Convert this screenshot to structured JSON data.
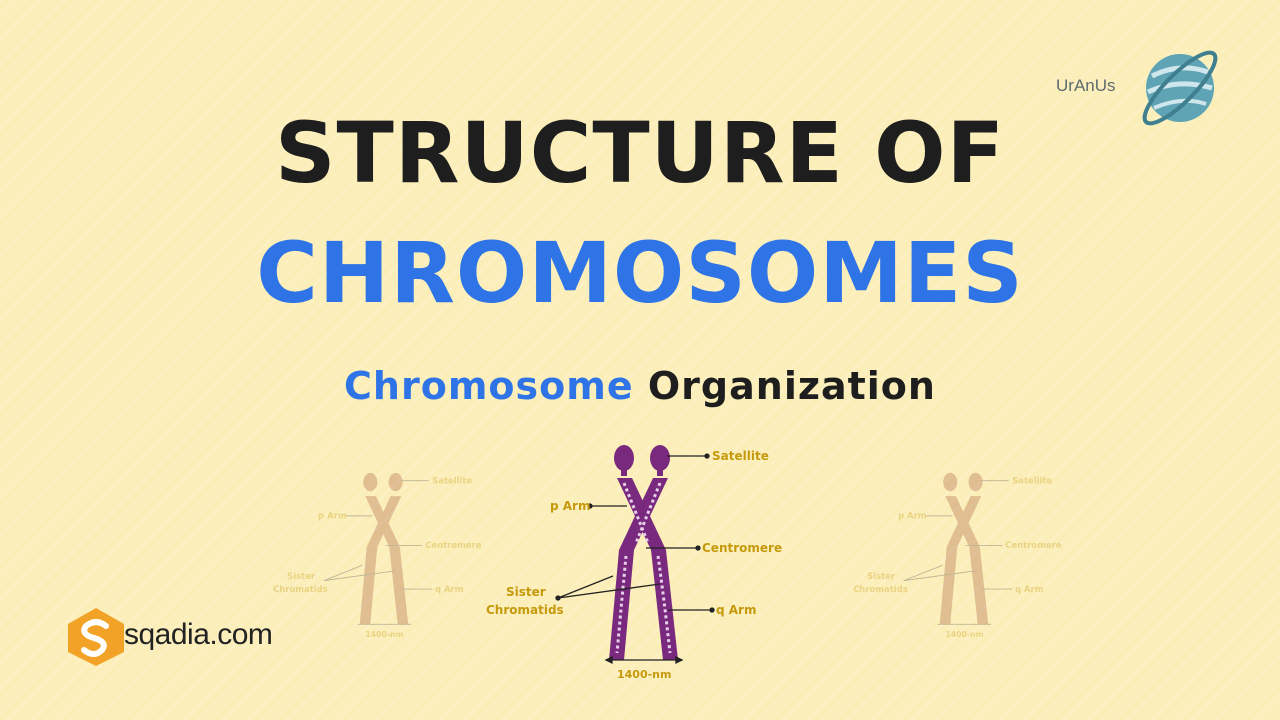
{
  "title": {
    "line1": "STRUCTURE OF",
    "line2": "CHROMOSOMES"
  },
  "subtitle": {
    "part1": "Chromosome",
    "part2": "Organization"
  },
  "brand": {
    "name": "UrAnUs",
    "icon": "planet-icon"
  },
  "sqadia": {
    "text": "sqadia.com",
    "icon": "sqadia-logo-icon"
  },
  "diagram": {
    "labels": {
      "satellite": "Satellite",
      "p_arm": "p Arm",
      "centromere": "Centromere",
      "sister_line1": "Sister",
      "sister_line2": "Chromatids",
      "q_arm": "q Arm",
      "width": "1400-nm"
    }
  },
  "colors": {
    "background": "#fbeeb8",
    "title_dark": "#1e1e1e",
    "title_blue": "#2f74e6",
    "chromosome": "#7a2a7e",
    "label_gold": "#c69a0d",
    "brand_teal": "#5ea4b4",
    "sqadia_orange": "#f2a227"
  }
}
